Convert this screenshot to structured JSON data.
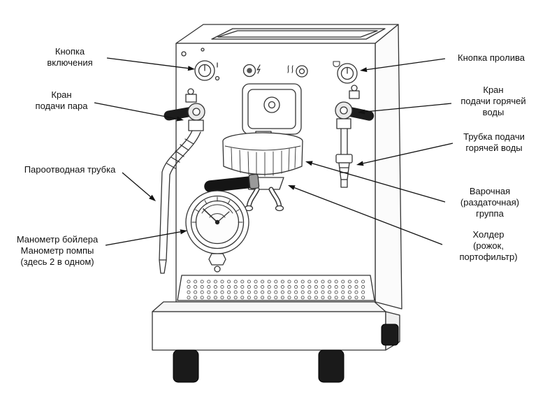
{
  "diagram": {
    "labels": {
      "power_button": "Кнопка\nвключения",
      "steam_valve": "Кран\nподачи пара",
      "steam_pipe": "Пароотводная трубка",
      "gauges": "Манометр бойлера\nМанометр помпы\n(здесь 2 в одном)",
      "brew_button": "Кнопка пролива",
      "hot_water_valve": "Кран\nподачи горячей\nводы",
      "hot_water_tube": "Трубка подачи\nгорячей воды",
      "brew_group": "Варочная\n(раздаточная)\nгруппа",
      "portafilter": "Холдер\n(рожок, портофильтр)"
    },
    "colors": {
      "ink": "#333333",
      "text": "#111111",
      "accent_black": "#1a1a1a",
      "background": "#ffffff"
    }
  }
}
